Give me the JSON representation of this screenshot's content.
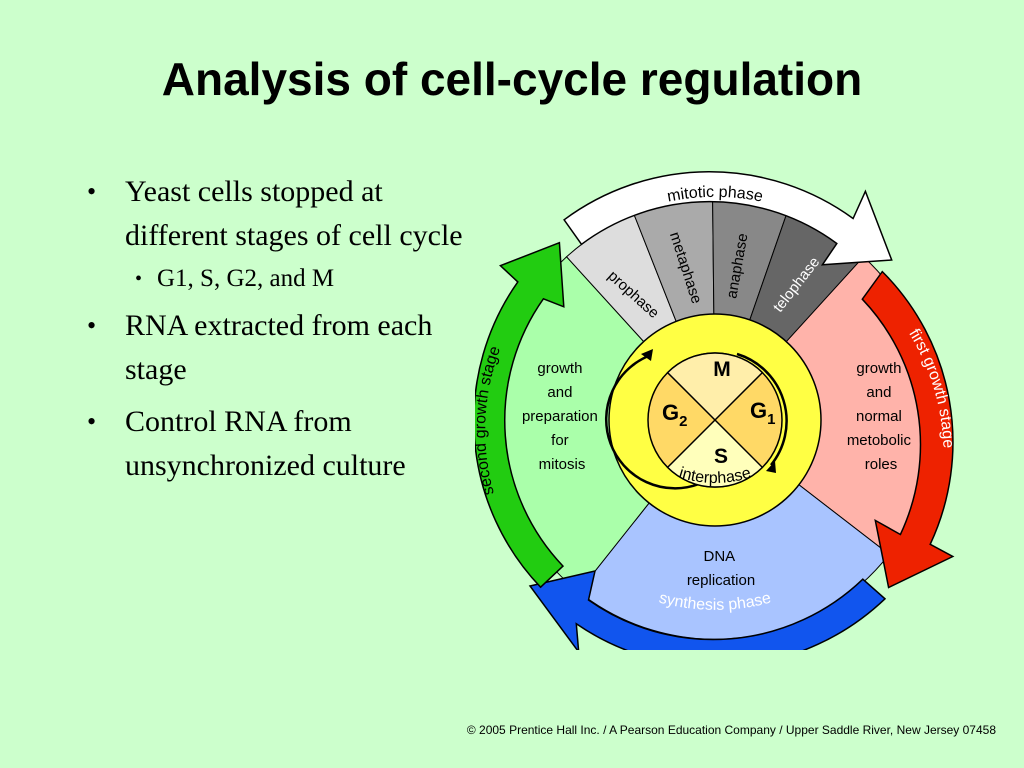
{
  "title": "Analysis of cell-cycle regulation",
  "bullets": [
    {
      "text": "Yeast cells stopped at different stages of cell cycle",
      "sub": [
        "G1, S, G2, and M"
      ]
    },
    {
      "text": "RNA extracted from each stage"
    },
    {
      "text": "Control RNA from unsynchronized culture"
    }
  ],
  "diagram": {
    "arrows": {
      "mitotic": "mitotic phase",
      "first_growth": "first growth stage",
      "synthesis": "synthesis phase",
      "second_growth": "second growth stage"
    },
    "mitosis_stages": [
      "prophase",
      "metaphase",
      "anaphase",
      "telophase"
    ],
    "sectors": {
      "g1": [
        "growth",
        "and",
        "normal",
        "metobolic",
        "roles"
      ],
      "s": [
        "DNA",
        "replication"
      ],
      "g2": [
        "growth",
        "and",
        "preparation",
        "for",
        "mitosis"
      ]
    },
    "center": {
      "m": "M",
      "g2_base": "G",
      "g2_sub": "2",
      "g1_base": "G",
      "g1_sub": "1",
      "s": "S"
    },
    "interphase": "interphase"
  },
  "credit": "© 2005 Prentice Hall Inc. / A Pearson Education Company / Upper Saddle River, New Jersey 07458",
  "colors": {
    "background": "#ccffcc",
    "g1_sector": "#ffb3aa",
    "s_sector": "#a9c4ff",
    "g2_sector": "#aaffaa",
    "mitotic_arrow": "#ffffff",
    "first_growth_arrow": "#ee2200",
    "synthesis_arrow": "#1155ee",
    "second_growth_arrow": "#22cc11",
    "interphase_ring": "#ffff44",
    "center_quadrants": "#ffd966"
  }
}
